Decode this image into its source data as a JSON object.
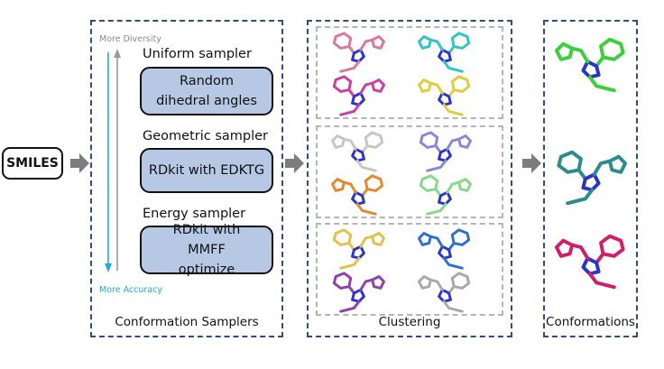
{
  "input": {
    "label": "SMILES"
  },
  "samplers_panel": {
    "title": "Conformation Samplers",
    "diversity_label": "More Diversity",
    "accuracy_label": "More Accuracy",
    "samplers": [
      {
        "title": "Uniform sampler",
        "method": "Random dihedral angles"
      },
      {
        "title": "Geometric sampler",
        "method": "RDkit with EDKTG"
      },
      {
        "title": "Energy sampler",
        "method": "RDkit with MMFF optimize"
      }
    ]
  },
  "clustering_panel": {
    "title": "Clustering",
    "clusters": [
      {
        "molecules": [
          {
            "color": "#d9789e"
          },
          {
            "color": "#2ec4c9"
          },
          {
            "color": "#c93fa4"
          },
          {
            "color": "#e3cb3a"
          }
        ]
      },
      {
        "molecules": [
          {
            "color": "#c6c6c6"
          },
          {
            "color": "#8b86d9"
          },
          {
            "color": "#e3892b"
          },
          {
            "color": "#86d98a"
          }
        ]
      },
      {
        "molecules": [
          {
            "color": "#e3c04a"
          },
          {
            "color": "#2c6fd1"
          },
          {
            "color": "#8e3fb0"
          },
          {
            "color": "#a9a9a9"
          }
        ]
      }
    ]
  },
  "conformations_panel": {
    "title": "Conformations",
    "molecules": [
      {
        "color": "#3ccf3c"
      },
      {
        "color": "#2a8c8c"
      },
      {
        "color": "#d01e6a"
      }
    ]
  },
  "colors": {
    "panel_border": "#2f4d80",
    "sampler_fill": "#b7c8e5",
    "diversity_arrow": "#9a9a9a",
    "accuracy_arrow": "#22a8e0",
    "flow_arrow": "#7d7d7d",
    "heteroatom": "#2a33cc"
  }
}
